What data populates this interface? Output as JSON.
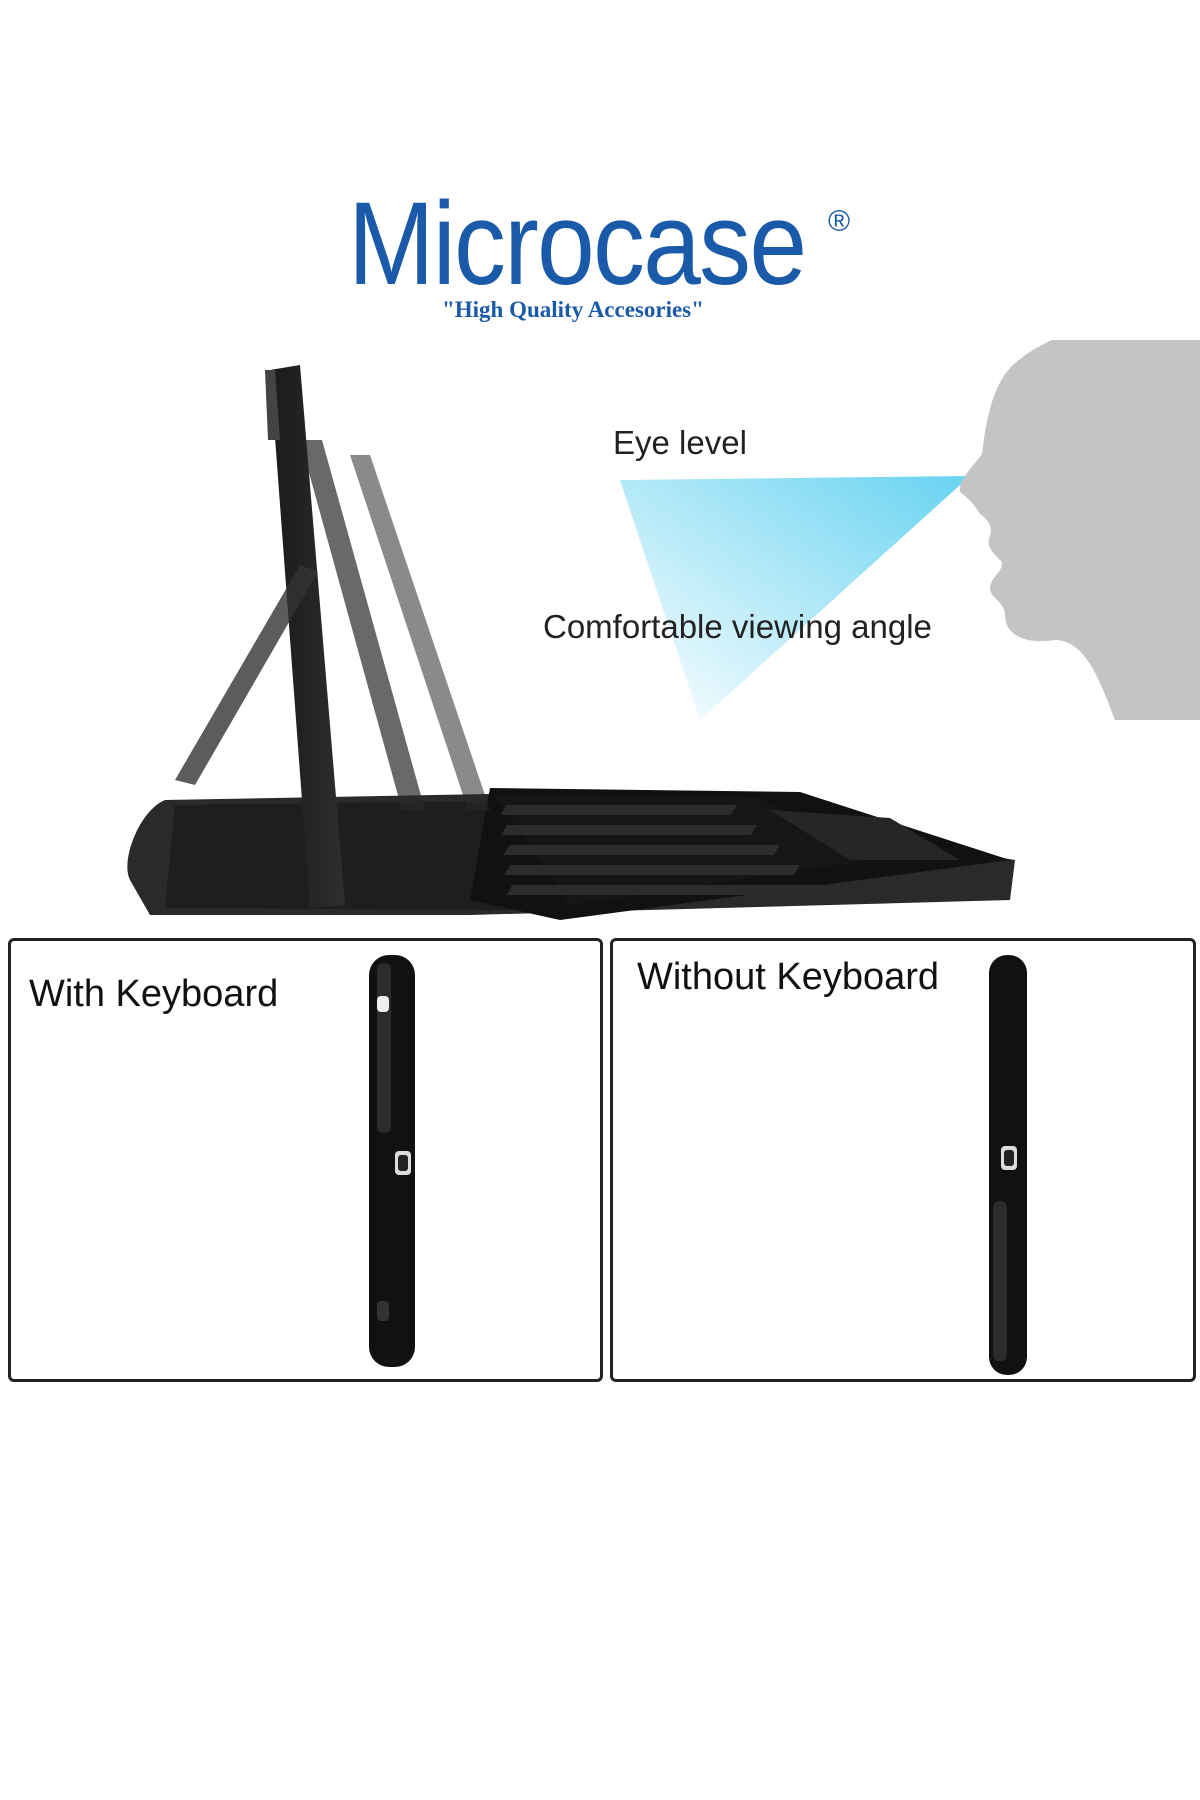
{
  "brand": {
    "name": "Microcase",
    "registered_mark": "®",
    "tagline": "\"High Quality Accesories\"",
    "color": "#1b5aa8"
  },
  "hero": {
    "eye_level_label": "Eye level",
    "viewing_angle_label": "Comfortable viewing angle",
    "beam_color": "#5fd0f0",
    "silhouette_color": "#c4c4c4"
  },
  "panels": {
    "with_keyboard": {
      "title": "With Keyboard"
    },
    "without_keyboard": {
      "title": "Without Keyboard"
    }
  }
}
